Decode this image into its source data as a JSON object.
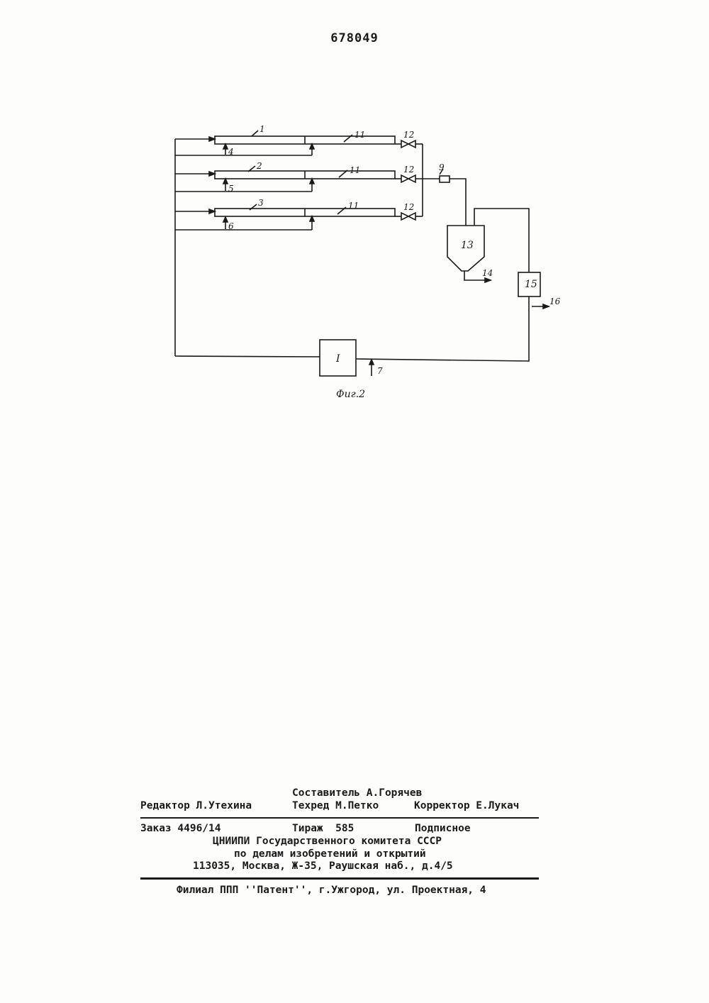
{
  "patent_number": "678049",
  "diagram": {
    "tubes": [
      "1",
      "2",
      "3"
    ],
    "inlets": [
      "4",
      "5",
      "6"
    ],
    "extensions": [
      "11",
      "11",
      "11"
    ],
    "valves": [
      "12",
      "12",
      "12"
    ],
    "pipe": "9",
    "separator": "13",
    "separator_outlet": "14",
    "unit": "15",
    "unit_outlet": "16",
    "compressor": "I",
    "feed": "7",
    "caption": "Фиг.2"
  },
  "imprint": {
    "compiler": "Составитель А.Горячев",
    "editor": "Редактор Л.Утехина",
    "techred": "Техред М.Петко",
    "corrector": "Корректор Е.Лукач",
    "order": "Заказ 4496/14",
    "circulation": "Тираж  585",
    "subscription": "Подписное",
    "org1": "ЦНИИПИ Государственного комитета СССР",
    "org2": "по делам изобретений и открытий",
    "address": "113035, Москва, Ж-35, Раушская наб., д.4/5",
    "branch": "Филиал ППП ''Патент'', г.Ужгород, ул. Проектная, 4"
  }
}
